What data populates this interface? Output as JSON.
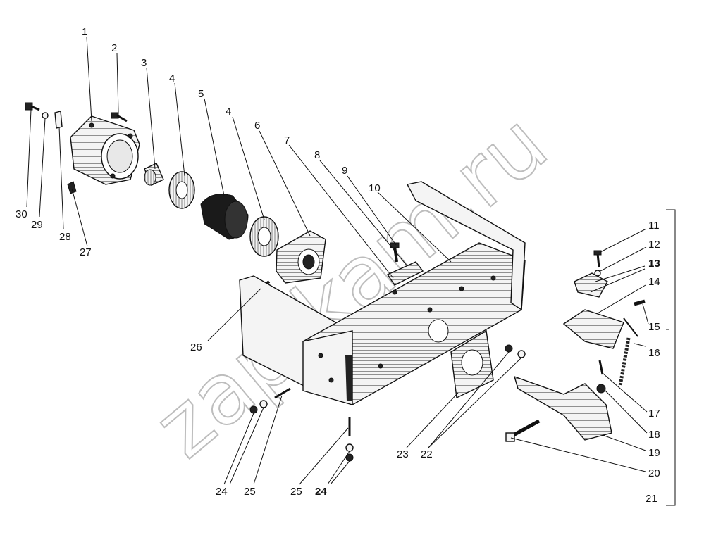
{
  "watermark": "zap-kam.ru",
  "labels": [
    {
      "id": "1",
      "text": "1"
    },
    {
      "id": "2",
      "text": "2"
    },
    {
      "id": "3",
      "text": "3"
    },
    {
      "id": "4a",
      "text": "4"
    },
    {
      "id": "5",
      "text": "5"
    },
    {
      "id": "4b",
      "text": "4"
    },
    {
      "id": "6",
      "text": "6"
    },
    {
      "id": "7",
      "text": "7"
    },
    {
      "id": "8",
      "text": "8"
    },
    {
      "id": "9",
      "text": "9"
    },
    {
      "id": "10",
      "text": "10"
    },
    {
      "id": "11",
      "text": "11"
    },
    {
      "id": "12",
      "text": "12"
    },
    {
      "id": "13",
      "text": "13"
    },
    {
      "id": "14",
      "text": "14"
    },
    {
      "id": "15",
      "text": "15"
    },
    {
      "id": "16",
      "text": "16"
    },
    {
      "id": "17",
      "text": "17"
    },
    {
      "id": "18",
      "text": "18"
    },
    {
      "id": "19",
      "text": "19"
    },
    {
      "id": "20",
      "text": "20"
    },
    {
      "id": "21",
      "text": "21"
    },
    {
      "id": "22",
      "text": "22"
    },
    {
      "id": "23",
      "text": "23"
    },
    {
      "id": "24a",
      "text": "24"
    },
    {
      "id": "25a",
      "text": "25"
    },
    {
      "id": "25b",
      "text": "25"
    },
    {
      "id": "24b",
      "text": "24"
    },
    {
      "id": "26",
      "text": "26"
    },
    {
      "id": "27",
      "text": "27"
    },
    {
      "id": "28",
      "text": "28"
    },
    {
      "id": "29",
      "text": "29"
    },
    {
      "id": "30",
      "text": "30"
    }
  ]
}
